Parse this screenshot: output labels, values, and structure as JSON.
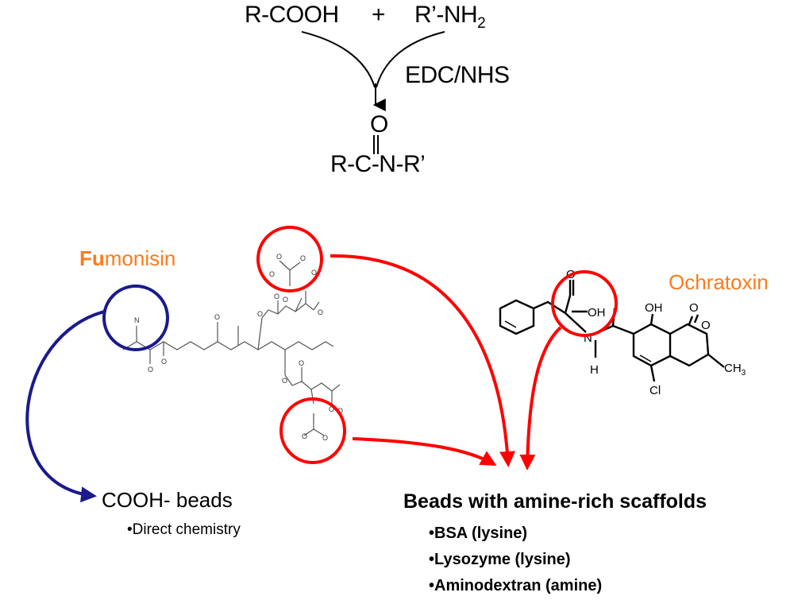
{
  "reaction": {
    "reactant1": "R-COOH",
    "plus": "+",
    "reactant2_main": "R’-NH",
    "reactant2_sub": "2",
    "reagent": "EDC/NHS",
    "product_oxygen": "O",
    "product": "R-C-N-R’"
  },
  "fumonisin": {
    "label_bold": "Fu",
    "label_rest": "monisin",
    "atoms": [
      "O",
      "O",
      "O",
      "O",
      "O",
      "O",
      "O",
      "O",
      "O",
      "N",
      "O",
      "O",
      "O",
      "O",
      "O",
      "O",
      "O",
      "O"
    ]
  },
  "ochratoxin": {
    "label": "Ochratoxin",
    "atoms": {
      "carbonyl_o": "O",
      "hydroxyl": "OH",
      "amide_n": "N",
      "amide_h": "H",
      "phenol": "OH",
      "lactone_carbonyl": "O",
      "ring_o": "O",
      "chlorine": "Cl",
      "methyl": "CH",
      "methyl_sub": "3"
    }
  },
  "cooh_beads": {
    "title": "COOH- beads",
    "items": [
      "•Direct chemistry"
    ]
  },
  "amine_beads": {
    "title": "Beads with amine-rich scaffolds",
    "items": [
      "•BSA (lysine)",
      "•Lysozyme (lysine)",
      "•Aminodextran (amine)"
    ]
  },
  "colors": {
    "highlight_red": "#ff0000",
    "highlight_blue": "#1a1a8c",
    "label_orange": "#ff7a1a"
  }
}
